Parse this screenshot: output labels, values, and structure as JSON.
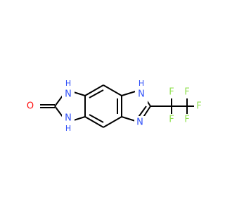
{
  "molecule": {
    "colors": {
      "background": "#ffffff",
      "bond": "#000000",
      "oxygen": "#ff0d0d",
      "nitrogen": "#3050f8",
      "fluorine": "#90e050"
    },
    "atoms": {
      "o1": {
        "text": "O"
      },
      "n1": {
        "text": "N",
        "h": "H"
      },
      "n2": {
        "text": "N",
        "h": "H"
      },
      "n3": {
        "text": "N",
        "h": "H"
      },
      "n4": {
        "text": "N"
      },
      "f1": {
        "text": "F"
      },
      "f2": {
        "text": "F"
      },
      "f3": {
        "text": "F"
      },
      "f4": {
        "text": "F"
      },
      "f5": {
        "text": "F"
      }
    }
  }
}
